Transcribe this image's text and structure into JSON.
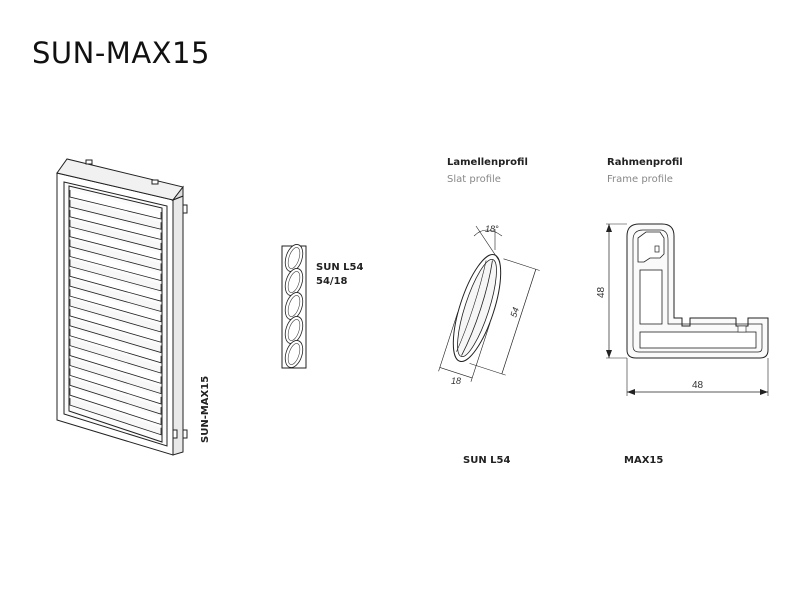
{
  "title": "SUN-MAX15",
  "shutter_label": "SUN-MAX15",
  "slat_stack": {
    "name": "SUN L54",
    "size": "54/18"
  },
  "slat_profile": {
    "heading_de": "Lamellenprofil",
    "heading_en": "Slat profile",
    "angle_label": "18°",
    "length_label": "54",
    "thickness_label": "18",
    "caption": "SUN L54"
  },
  "frame_profile": {
    "heading_de": "Rahmenprofil",
    "heading_en": "Frame profile",
    "height_label": "48",
    "width_label": "48",
    "caption": "MAX15"
  },
  "colors": {
    "line": "#222222",
    "fill_light": "#f4f4f4"
  }
}
